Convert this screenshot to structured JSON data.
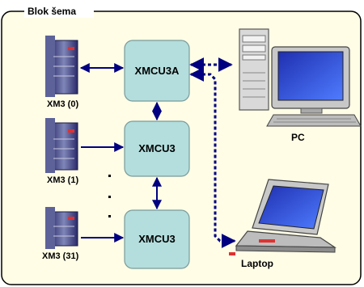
{
  "frame": {
    "title": "Blok šema"
  },
  "controllers": [
    {
      "label": "XMCU3A"
    },
    {
      "label": "XMCU3"
    },
    {
      "label": "XMCU3"
    }
  ],
  "servers": [
    {
      "label": "XM3 (0)"
    },
    {
      "label": "XM3 (1)"
    },
    {
      "label": "XM3 (31)"
    }
  ],
  "computers": {
    "pc_label": "PC",
    "laptop_label": "Laptop"
  },
  "colors": {
    "panel_background": "#fffde6",
    "controller_fill": "#b3dedd",
    "link_color": "#000080"
  }
}
